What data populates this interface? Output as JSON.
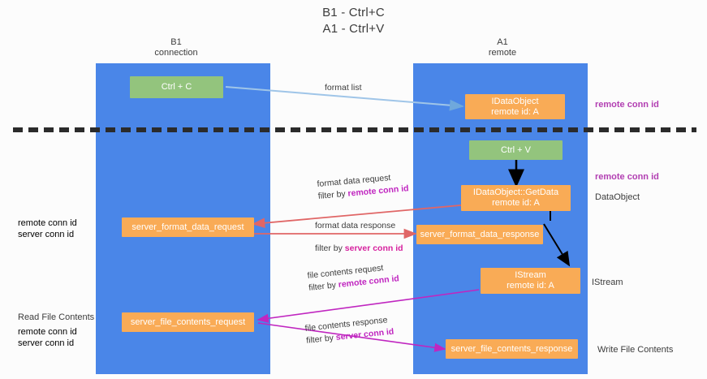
{
  "title": {
    "line1": "B1 - Ctrl+C",
    "line2": "A1 - Ctrl+V"
  },
  "columns": [
    {
      "name": "B1",
      "sub": "connection"
    },
    {
      "name": "A1",
      "sub": "remote"
    }
  ],
  "boxes": {
    "ctrl_c": {
      "label": "Ctrl + C"
    },
    "ctrl_v": {
      "label": "Ctrl + V"
    },
    "idataobject": {
      "line1": "IDataObject",
      "line2": "remote id: A"
    },
    "getdata": {
      "line1": "IDataObject::GetData",
      "line2": "remote id: A"
    },
    "istream": {
      "line1": "IStream",
      "line2": "remote id: A"
    },
    "server_format_data_request": {
      "label": "server_format_data_request"
    },
    "server_format_data_response": {
      "label": "server_format_data_response"
    },
    "server_file_contents_request": {
      "label": "server_file_contents_request"
    },
    "server_file_contents_response": {
      "label": "server_file_contents_response"
    }
  },
  "edges": {
    "format_list": {
      "label": "format list"
    },
    "format_data_request": {
      "line1": "format data request",
      "filter_prefix": "filter by ",
      "filter_key": "remote conn id"
    },
    "format_data_response": {
      "line1": "format data response",
      "filter_prefix": "filter by ",
      "filter_key": "server conn id"
    },
    "file_contents_request": {
      "line1": "file contents request",
      "filter_prefix": "filter by ",
      "filter_key": "remote conn id"
    },
    "file_contents_response": {
      "line1": "file contents response",
      "filter_prefix": "filter by ",
      "filter_key": "server conn id"
    }
  },
  "annotations": {
    "right_remote_conn_top": "remote conn id",
    "right_remote_conn_mid": "remote conn id",
    "right_dataobject": "DataObject",
    "right_istream": "IStream",
    "right_write_file_contents": "Write File Contents",
    "left_remote_conn_id": "remote conn id",
    "left_server_conn_id": "server conn id",
    "left_read_file_contents": "Read File Contents",
    "left_remote_conn_id_2": "remote conn id",
    "left_server_conn_id_2": "server conn id"
  },
  "colors": {
    "lane": "#4a86e8",
    "green_box": "#93c47d",
    "orange_box": "#f9ab56",
    "purple": "#b03fb0",
    "green_text": "#6aa84f",
    "red_arrow": "#e06666",
    "magenta_arrow": "#c026c0",
    "blue_arrow": "#9fc5e8",
    "black": "#000000"
  }
}
